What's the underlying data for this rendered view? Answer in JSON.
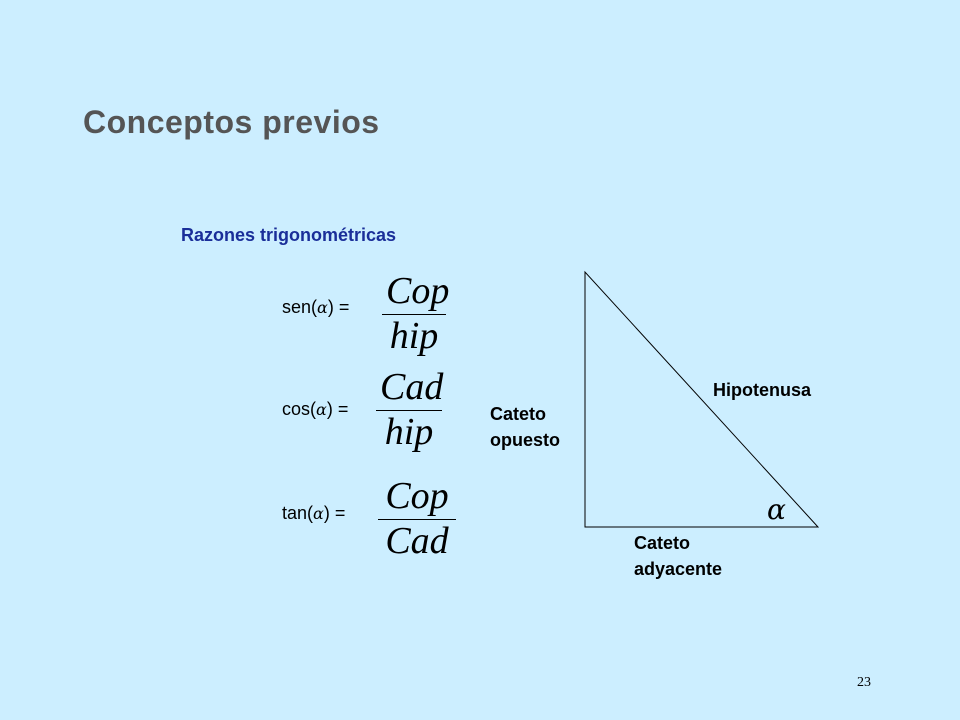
{
  "slide": {
    "title": "Conceptos previos",
    "subtitle": "Razones trigonométricas",
    "page_number": "23"
  },
  "formulas": [
    {
      "fn": "sen(",
      "arg": "α",
      "close": ") =",
      "numerator": "Cop",
      "denominator": "hip"
    },
    {
      "fn": "cos(",
      "arg": "α",
      "close": ") =",
      "numerator": "Cad",
      "denominator": "hip"
    },
    {
      "fn": "tan(",
      "arg": "α",
      "close": ") =",
      "numerator": "Cop",
      "denominator": "Cad"
    }
  ],
  "triangle": {
    "hypotenuse_label": "Hipotenusa",
    "opposite_label_line1": "Cateto",
    "opposite_label_line2": "opuesto",
    "adjacent_label_line1": "Cateto",
    "adjacent_label_line2": "adyacente",
    "angle_symbol": "α"
  },
  "colors": {
    "background": "#cceeff",
    "title": "#555555",
    "subtitle": "#1a2e99"
  }
}
